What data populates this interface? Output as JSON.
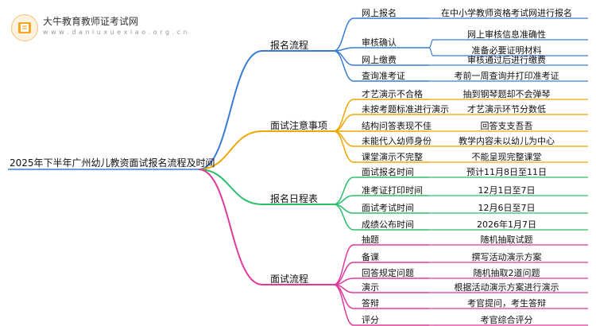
{
  "logo": {
    "title": "大牛教育教师证考试网",
    "url": "w w w . d a n i u x u e x i a o . o r g . c n"
  },
  "root": "2025年下半年广州幼儿教资面试报名流程及时间",
  "colors": {
    "branch1": "#3a7bd5",
    "branch2": "#f0a500",
    "branch3": "#2bbf6a",
    "branch4": "#e0399a",
    "root_line": "#3a7bd5"
  },
  "branches": [
    {
      "label": "报名流程",
      "color": "#3a7bd5",
      "items": [
        {
          "label": "网上报名",
          "children": [
            "在中小学教师资格考试网进行报名"
          ]
        },
        {
          "label": "审核确认",
          "children": [
            "网上审核信息准确性",
            "准备必要证明材料"
          ]
        },
        {
          "label": "网上缴费",
          "children": [
            "审核通过后进行缴费"
          ]
        },
        {
          "label": "查询准考证",
          "children": [
            "考前一周查询并打印准考证"
          ]
        }
      ]
    },
    {
      "label": "面试注意事项",
      "color": "#f0a500",
      "items": [
        {
          "label": "才艺演示不合格",
          "children": [
            "抽到钢琴题却不会弹琴"
          ]
        },
        {
          "label": "未按考题标准进行演示",
          "children": [
            "才艺演示环节分数低"
          ]
        },
        {
          "label": "结构问答表现不佳",
          "children": [
            "回答支支吾吾"
          ]
        },
        {
          "label": "未能代入幼师身份",
          "children": [
            "教学内容未以幼儿为中心"
          ]
        },
        {
          "label": "课堂演示不完整",
          "children": [
            "不能呈现完整课堂"
          ]
        }
      ]
    },
    {
      "label": "报名日程表",
      "color": "#2bbf6a",
      "items": [
        {
          "label": "面试报名时间",
          "children": [
            "预计11月8日至11日"
          ]
        },
        {
          "label": "准考证打印时间",
          "children": [
            "12月1日至7日"
          ]
        },
        {
          "label": "面试考试时间",
          "children": [
            "12月6日至7日"
          ]
        },
        {
          "label": "成绩公布时间",
          "children": [
            "2026年1月7日"
          ]
        }
      ]
    },
    {
      "label": "面试流程",
      "color": "#e0399a",
      "items": [
        {
          "label": "抽题",
          "children": [
            "随机抽取试题"
          ]
        },
        {
          "label": "备课",
          "children": [
            "撰写活动演示方案"
          ]
        },
        {
          "label": "回答规定问题",
          "children": [
            "随机抽取2道问题"
          ]
        },
        {
          "label": "演示",
          "children": [
            "根据活动演示方案进行演示"
          ]
        },
        {
          "label": "答辩",
          "children": [
            "考官提问，考生答辩"
          ]
        },
        {
          "label": "评分",
          "children": [
            "考官综合评分"
          ]
        }
      ]
    }
  ]
}
